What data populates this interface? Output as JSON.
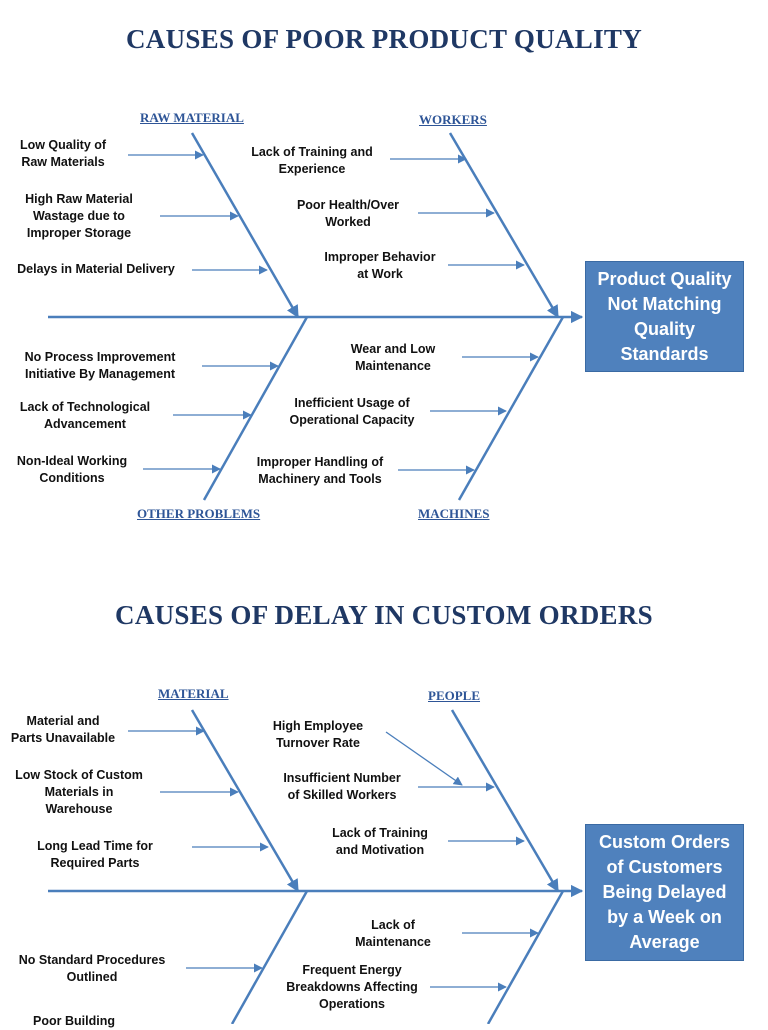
{
  "diagram1": {
    "title": "CAUSES OF POOR PRODUCT QUALITY",
    "categories": {
      "raw_material": "RAW MATERIAL",
      "workers": "WORKERS",
      "other_problems": "OTHER PROBLEMS",
      "machines": "MACHINES"
    },
    "causes": {
      "raw_material": [
        "Low Quality of\nRaw Materials",
        "High Raw Material\nWastage due to\nImproper Storage",
        "Delays in Material Delivery"
      ],
      "workers": [
        "Lack of Training and\nExperience",
        "Poor Health/Over\nWorked",
        "Improper Behavior\nat Work"
      ],
      "other_problems": [
        "No Process Improvement\nInitiative By Management",
        "Lack of Technological\nAdvancement",
        "Non-Ideal Working\nConditions"
      ],
      "machines": [
        "Wear and Low\nMaintenance",
        "Inefficient Usage of\nOperational Capacity",
        "Improper Handling of\nMachinery and Tools"
      ]
    },
    "effect": "Product Quality\nNot Matching\nQuality\nStandards"
  },
  "diagram2": {
    "title": "CAUSES OF DELAY IN CUSTOM ORDERS",
    "categories": {
      "material": "MATERIAL",
      "people": "PEOPLE"
    },
    "causes": {
      "material": [
        "Material and\nParts Unavailable",
        "Low Stock of Custom\nMaterials in\nWarehouse",
        "Long Lead Time for\nRequired Parts"
      ],
      "people": [
        "High Employee\nTurnover Rate",
        "Insufficient Number\nof Skilled Workers",
        "Lack of Training\nand Motivation"
      ],
      "lower_left": [
        "No Standard Procedures\nOutlined",
        "Poor Building"
      ],
      "lower_right": [
        "Lack of\nMaintenance",
        "Frequent Energy\nBreakdowns Affecting\nOperations"
      ]
    },
    "effect": "Custom Orders\nof Customers\nBeing Delayed\nby a Week on\nAverage"
  }
}
